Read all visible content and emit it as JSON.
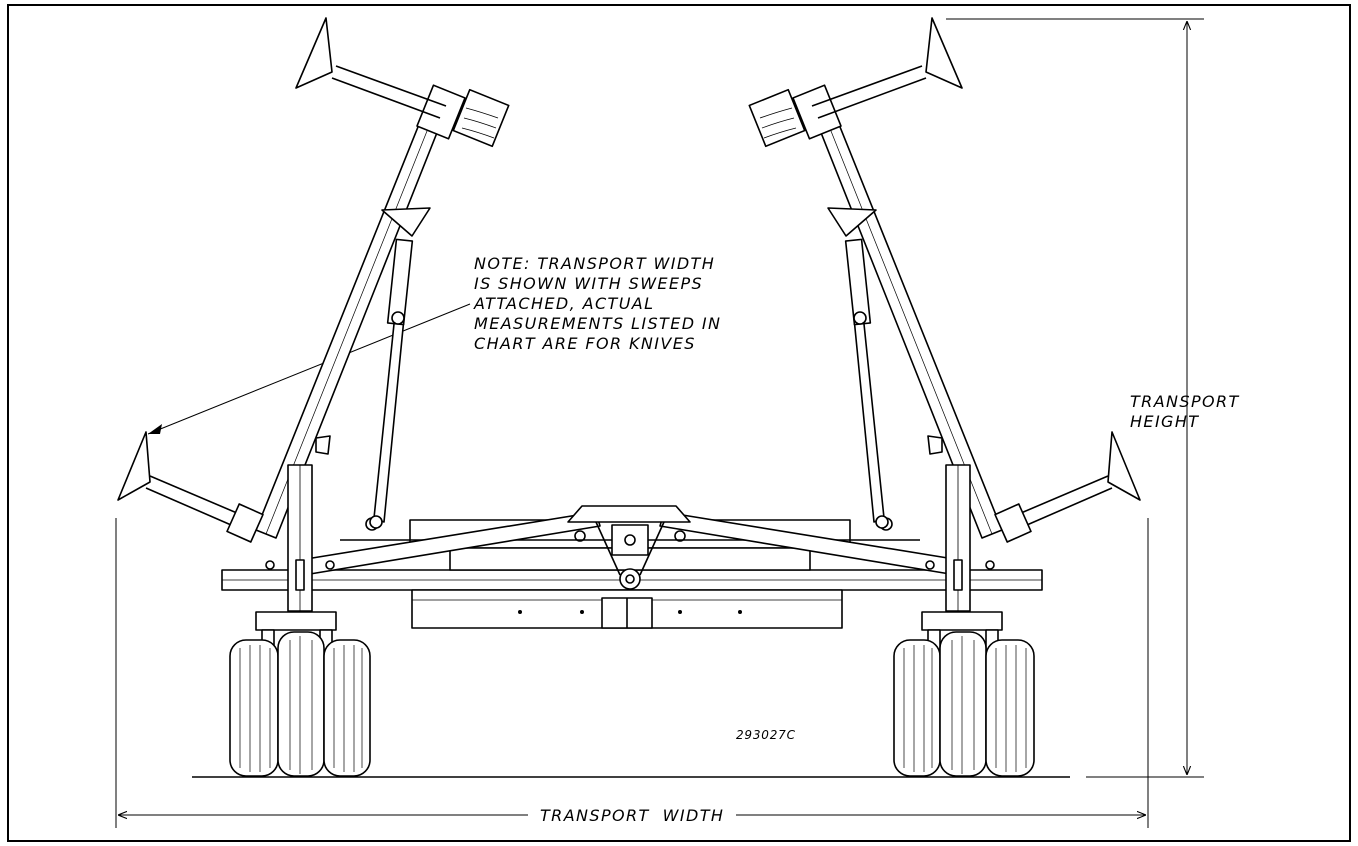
{
  "diagram": {
    "note": "NOTE: TRANSPORT WIDTH\nIS SHOWN WITH SWEEPS\nATTACHED, ACTUAL\nMEASUREMENTS LISTED IN\nCHART ARE FOR KNIVES",
    "transport_height_label": "TRANSPORT\nHEIGHT",
    "transport_width_label": "TRANSPORT  WIDTH",
    "part_number": "293027C"
  }
}
